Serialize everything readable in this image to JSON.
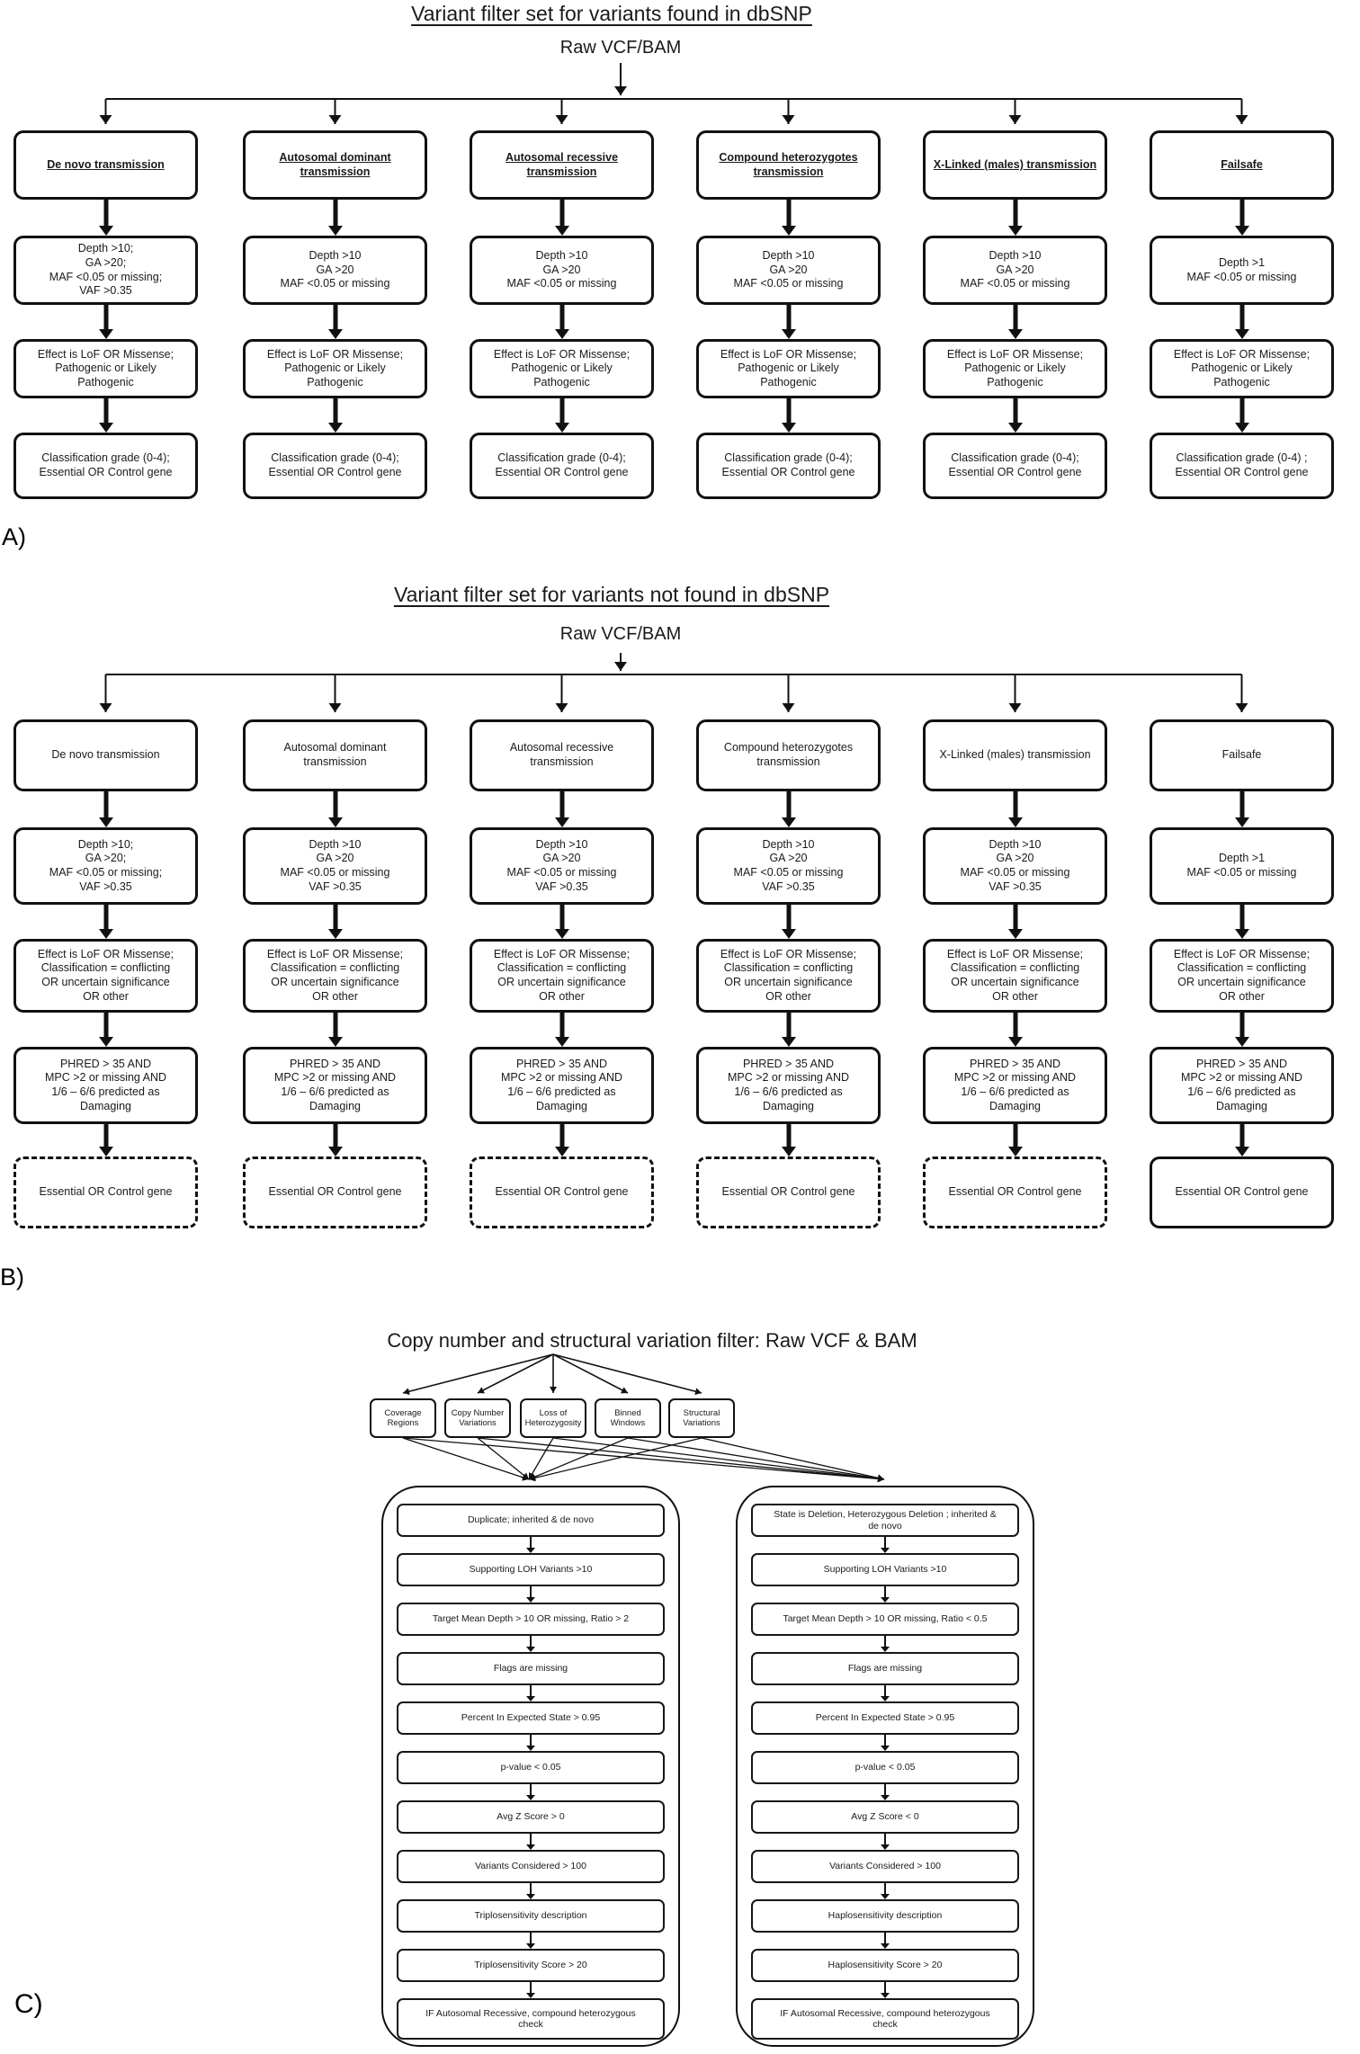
{
  "colors": {
    "line": "#111111",
    "text": "#1a1a1a",
    "background": "#ffffff"
  },
  "panelA": {
    "label": "A)",
    "title": "Variant filter set for variants found in dbSNP",
    "root": "Raw VCF/BAM",
    "columns": [
      {
        "header": "De novo transmission",
        "filters": [
          "Depth >10;\nGA >20;\nMAF <0.05 or missing;\nVAF >0.35",
          "Effect is LoF OR Missense;\nPathogenic or Likely\nPathogenic",
          "Classification grade (0-4);\nEssential OR Control gene"
        ]
      },
      {
        "header": "Autosomal dominant transmission",
        "filters": [
          "Depth >10\nGA >20\nMAF <0.05 or missing",
          "Effect is LoF OR Missense;\nPathogenic or Likely\nPathogenic",
          "Classification grade (0-4);\nEssential OR Control gene"
        ]
      },
      {
        "header": "Autosomal recessive transmission",
        "filters": [
          "Depth >10\nGA >20\nMAF <0.05 or missing",
          "Effect is LoF OR Missense;\nPathogenic or Likely\nPathogenic",
          "Classification grade (0-4);\nEssential OR Control gene"
        ]
      },
      {
        "header": "Compound heterozygotes transmission",
        "filters": [
          "Depth >10\nGA >20\nMAF <0.05 or missing",
          "Effect is LoF OR Missense;\nPathogenic or Likely\nPathogenic",
          "Classification grade (0-4);\nEssential OR Control gene"
        ]
      },
      {
        "header": "X-Linked (males) transmission",
        "filters": [
          "Depth >10\nGA >20\nMAF <0.05 or missing",
          "Effect is LoF OR Missense;\nPathogenic or Likely\nPathogenic",
          "Classification grade (0-4);\nEssential OR Control gene"
        ]
      },
      {
        "header": "Failsafe",
        "filters": [
          "Depth >1\nMAF <0.05 or missing",
          "Effect is LoF OR Missense;\nPathogenic or Likely\nPathogenic",
          "Classification grade (0-4) ;\nEssential OR Control gene"
        ]
      }
    ]
  },
  "panelB": {
    "label": "B)",
    "title": "Variant filter set for variants not found in dbSNP",
    "root": "Raw VCF/BAM",
    "columns": [
      {
        "header": "De novo transmission",
        "filters": [
          "Depth >10;\nGA >20;\nMAF <0.05 or missing;\nVAF >0.35",
          "Effect is LoF OR Missense;\nClassification = conflicting\nOR uncertain significance\nOR other",
          "PHRED > 35 AND\nMPC >2 or missing AND\n1/6 – 6/6 predicted as\nDamaging",
          "Essential OR Control gene"
        ]
      },
      {
        "header": "Autosomal dominant transmission",
        "filters": [
          "Depth >10\nGA >20\nMAF <0.05 or missing\nVAF >0.35",
          "Effect is LoF OR Missense;\nClassification = conflicting\nOR uncertain significance\nOR other",
          "PHRED > 35 AND\nMPC >2 or missing AND\n1/6 – 6/6 predicted as\nDamaging",
          "Essential OR Control gene"
        ]
      },
      {
        "header": "Autosomal recessive transmission",
        "filters": [
          "Depth >10\nGA >20\nMAF <0.05 or missing\nVAF >0.35",
          "Effect is LoF OR Missense;\nClassification = conflicting\nOR uncertain significance\nOR other",
          "PHRED > 35 AND\nMPC >2 or missing AND\n1/6 – 6/6 predicted as\nDamaging",
          "Essential OR Control gene"
        ]
      },
      {
        "header": "Compound heterozygotes transmission",
        "filters": [
          "Depth >10\nGA >20\nMAF <0.05 or missing\nVAF >0.35",
          "Effect is LoF OR Missense;\nClassification = conflicting\nOR uncertain significance\nOR other",
          "PHRED > 35 AND\nMPC >2 or missing AND\n1/6 – 6/6 predicted as\nDamaging",
          "Essential OR Control gene"
        ]
      },
      {
        "header": "X-Linked (males) transmission",
        "filters": [
          "Depth >10\nGA >20\nMAF <0.05 or missing\nVAF >0.35",
          "Effect is LoF OR Missense;\nClassification = conflicting\nOR uncertain significance\nOR other",
          "PHRED > 35 AND\nMPC >2 or missing AND\n1/6 – 6/6 predicted as\nDamaging",
          "Essential OR Control gene"
        ]
      },
      {
        "header": "Failsafe",
        "filters": [
          "Depth >1\nMAF <0.05 or missing",
          "Effect is LoF OR Missense;\nClassification = conflicting\nOR uncertain significance\nOR other",
          "PHRED > 35 AND\nMPC >2 or missing AND\n1/6 – 6/6 predicted as\nDamaging",
          "Essential OR Control gene"
        ]
      }
    ]
  },
  "panelC": {
    "label": "C)",
    "title": "Copy number and structural variation filter: Raw VCF & BAM",
    "sources": [
      "Coverage\nRegions",
      "Copy Number\nVariations",
      "Loss of\nHeterozygosity",
      "Binned\nWindows",
      "Structural\nVariations"
    ],
    "left_pipeline": [
      "Duplicate; inherited & de novo",
      "Supporting LOH Variants >10",
      "Target Mean Depth > 10 OR missing, Ratio > 2",
      "Flags are missing",
      "Percent In Expected State > 0.95",
      "p-value < 0.05",
      "Avg Z Score > 0",
      "Variants Considered > 100",
      "Triplosensitivity description",
      "Triplosensitivity Score > 20",
      "IF Autosomal Recessive, compound heterozygous\ncheck"
    ],
    "right_pipeline": [
      "State is Deletion, Heterozygous Deletion ; inherited &\nde novo",
      "Supporting LOH Variants >10",
      "Target Mean Depth > 10 OR missing, Ratio < 0.5",
      "Flags are missing",
      "Percent In Expected State > 0.95",
      "p-value < 0.05",
      "Avg Z Score < 0",
      "Variants Considered > 100",
      "Haplosensitivity description",
      "Haplosensitivity Score > 20",
      "IF Autosomal Recessive, compound heterozygous\ncheck"
    ]
  }
}
